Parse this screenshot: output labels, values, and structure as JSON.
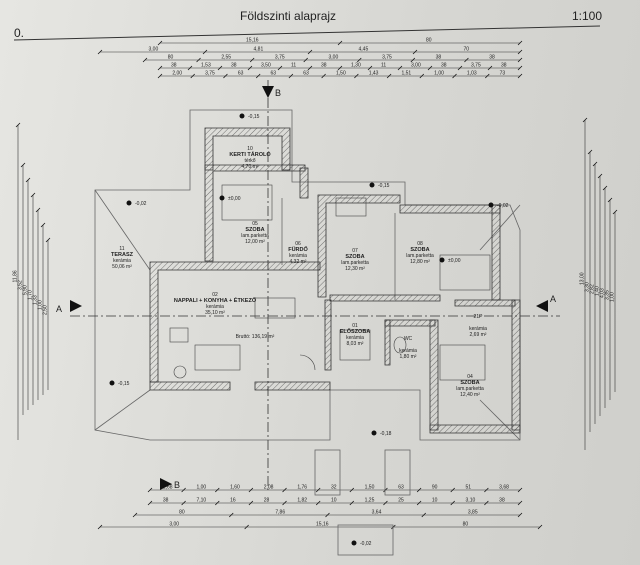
{
  "header": {
    "title": "Földszinti alaprajz",
    "scale": "1:100",
    "level": "0."
  },
  "rooms": [
    {
      "no": "10",
      "name": "KERTI TÁROLÓ",
      "floor": "térkő",
      "area": "4,70 m²"
    },
    {
      "no": "05",
      "name": "SZOBA",
      "floor": "lam.parketta",
      "area": "12,00 m²"
    },
    {
      "no": "06",
      "name": "FÜRDŐ",
      "floor": "kerámia",
      "area": "4,32 m²"
    },
    {
      "no": "07",
      "name": "SZOBA",
      "floor": "lam.parketta",
      "area": "12,30 m²"
    },
    {
      "no": "08",
      "name": "SZOBA",
      "floor": "lam.parketta",
      "area": "12,80 m²"
    },
    {
      "no": "02",
      "name": "NAPPALI + KONYHA + ÉTKEZŐ",
      "floor": "kerámia",
      "area": "35,10 m²"
    },
    {
      "no": "01",
      "name": "ELŐSZOBA",
      "floor": "kerámia",
      "area": "8,03 m²"
    },
    {
      "no": "21P",
      "name": "",
      "floor": "kerámia",
      "area": "2,69 m²"
    },
    {
      "no": "04",
      "name": "SZOBA",
      "floor": "lam.parketta",
      "area": "12,40 m²"
    },
    {
      "no": "11",
      "name": "TERASZ",
      "floor": "kerámia",
      "area": "50,06 m²"
    },
    {
      "no": "WC",
      "name": "",
      "floor": "kerámia",
      "area": "1,80 m²"
    }
  ],
  "gross_area": "Bruttó: 136,19 m²",
  "section_marks": {
    "a": "A",
    "b": "B"
  },
  "levels": [
    "-0,15",
    "-0,02",
    "±0,00",
    "±0,00",
    "-0,15",
    "-0,02",
    "-0,15",
    "-0,18",
    "-0,02"
  ],
  "dims_top": {
    "row1": [
      "15,16",
      "80"
    ],
    "row2": [
      "3,00",
      "4,81",
      "4,45",
      "70"
    ],
    "row3": [
      "80",
      "2,55",
      "3,75",
      "3,00",
      "3,75",
      "38",
      "38"
    ],
    "row4": [
      "38",
      "1,53",
      "38",
      "3,50",
      "11",
      "38",
      "1,30",
      "11",
      "3,00",
      "38",
      "3,75",
      "38"
    ],
    "row5": [
      "2,00",
      "3,75",
      "63",
      "63",
      "63",
      "1,50",
      "1,43",
      "1,51",
      "1,00",
      "1,03",
      "73"
    ]
  },
  "dims_bottom": {
    "row1": [
      "2,68",
      "1,00",
      "1,60",
      "2,08",
      "1,76",
      "32",
      "1,50",
      "63",
      "90",
      "51",
      "3,68"
    ],
    "row2": [
      "38",
      "7,10",
      "16",
      "28",
      "1,82",
      "10",
      "1,25",
      "25",
      "10",
      "3,10",
      "38"
    ],
    "row3": [
      "80",
      "7,86",
      "3,64",
      "3,85"
    ],
    "row4": [
      "3,00",
      "15,16",
      "80"
    ]
  },
  "dims_left": [
    "11,86",
    "3,52",
    "5,90",
    "1,70",
    "1,33",
    "1,00",
    "2,50"
  ],
  "dims_right": [
    "13,00",
    "3,30",
    "2,82",
    "1,40",
    "4,03",
    "3,35",
    "1,00"
  ]
}
